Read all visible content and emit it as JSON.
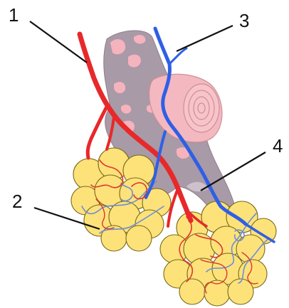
{
  "diagram": {
    "labels": [
      {
        "id": "1",
        "text": "1"
      },
      {
        "id": "2",
        "text": "2"
      },
      {
        "id": "3",
        "text": "3"
      },
      {
        "id": "4",
        "text": "4"
      }
    ],
    "colors": {
      "artery": "#e8282a",
      "vein": "#2f5fe6",
      "bronchiole": "#a89aa6",
      "bronchiole_spots": "#f5b3be",
      "alveoli": "#fde27a",
      "capillary_blue": "#6a8ed8",
      "capillary_red": "#e0352f"
    }
  }
}
